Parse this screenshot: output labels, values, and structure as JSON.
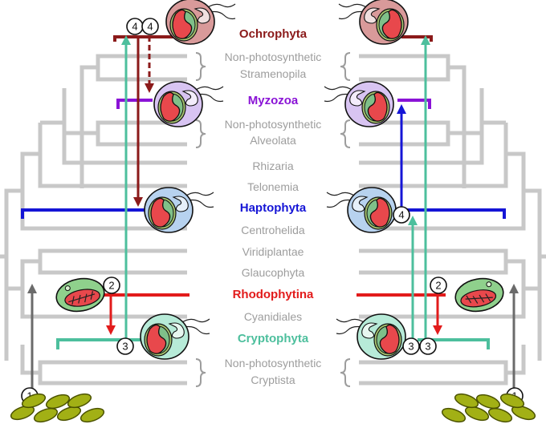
{
  "taxa": [
    {
      "id": "ochrophyta",
      "label": "Ochrophyta",
      "style": "highlight",
      "color": "#8b1a1a"
    },
    {
      "id": "np-stramenopila",
      "label": "Non-photosynthetic",
      "label2": "Stramenopila",
      "style": "group",
      "color": "#9d9d9d"
    },
    {
      "id": "myzozoa",
      "label": "Myzozoa",
      "style": "highlight",
      "color": "#8a13d6"
    },
    {
      "id": "np-alveolata",
      "label": "Non-photosynthetic",
      "label2": "Alveolata",
      "style": "group",
      "color": "#9d9d9d"
    },
    {
      "id": "rhizaria",
      "label": "Rhizaria",
      "style": "plain",
      "color": "#9d9d9d"
    },
    {
      "id": "telonemia",
      "label": "Telonemia",
      "style": "plain",
      "color": "#9d9d9d"
    },
    {
      "id": "haptophyta",
      "label": "Haptophyta",
      "style": "highlight",
      "color": "#1515d6"
    },
    {
      "id": "centrohelida",
      "label": "Centrohelida",
      "style": "plain",
      "color": "#9d9d9d"
    },
    {
      "id": "viridiplantae",
      "label": "Viridiplantae",
      "style": "plain",
      "color": "#9d9d9d"
    },
    {
      "id": "glaucophyta",
      "label": "Glaucophyta",
      "style": "plain",
      "color": "#9d9d9d"
    },
    {
      "id": "rhodophytina",
      "label": "Rhodophytina",
      "style": "highlight",
      "color": "#e21b1b"
    },
    {
      "id": "cyanidiales",
      "label": "Cyanidiales",
      "style": "plain",
      "color": "#9d9d9d"
    },
    {
      "id": "cryptophyta",
      "label": "Cryptophyta",
      "style": "highlight",
      "color": "#4dbf9d"
    },
    {
      "id": "np-cryptista",
      "label": "Non-photosynthetic",
      "label2": "Cryptista",
      "style": "group",
      "color": "#9d9d9d"
    }
  ],
  "event_badges": {
    "left": [
      "4",
      "4",
      "2",
      "3",
      "1"
    ],
    "right": [
      "4",
      "2",
      "3",
      "3",
      "1"
    ]
  },
  "colors": {
    "tree": "#c8c8c8",
    "ochrophyta": "#8b1a1a",
    "myzozoa": "#8a13d6",
    "haptophyta": "#1515d6",
    "rhodophytina": "#e21b1b",
    "cryptophyta": "#4dbf9d",
    "primary_arrow": "#6b6b6b",
    "cyanobacteria": "#a2b015"
  }
}
